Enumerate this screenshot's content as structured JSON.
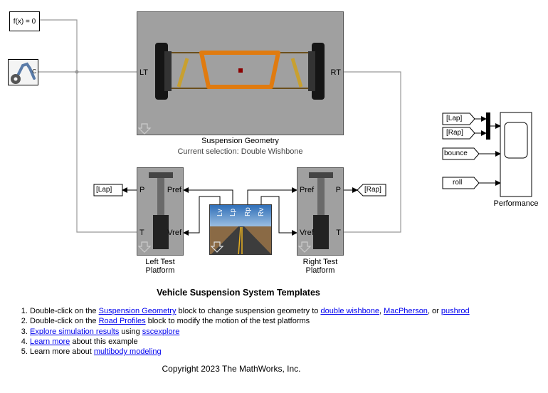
{
  "blocks": {
    "solver": {
      "label": "f(x) = 0"
    },
    "config": {
      "port": "C"
    },
    "geometry": {
      "left_port": "LT",
      "right_port": "RT",
      "title": "Suspension Geometry",
      "subtitle": "Current selection: Double Wishbone"
    },
    "left_platform": {
      "port_p": "P",
      "port_pref": "Pref",
      "port_t": "T",
      "port_vref": "Vref",
      "caption_line1": "Left Test",
      "caption_line2": "Platform"
    },
    "right_platform": {
      "port_pref": "Pref",
      "port_p": "P",
      "port_vref": "Vref",
      "port_t": "T",
      "caption_line1": "Right Test",
      "caption_line2": "Platform"
    },
    "road_profiles": {
      "ports": [
        "Lv",
        "Lp",
        "Rp",
        "Rv"
      ]
    },
    "scope": {
      "caption": "Performance"
    }
  },
  "tags": {
    "lap_out": "[Lap]",
    "rap_out": "[Rap]",
    "lap_in": "[Lap]",
    "rap_in": "[Rap]",
    "bounce": "bounce",
    "roll": "roll"
  },
  "info": {
    "title": "Vehicle Suspension System Templates",
    "steps": {
      "s1": {
        "pre": "Double-click on the ",
        "link1": "Suspension Geometry",
        "mid": " block to change suspension geometry to ",
        "link2": "double wishbone",
        "sep1": ", ",
        "link3": "MacPherson",
        "sep2": ", or ",
        "link4": "pushrod"
      },
      "s2": {
        "pre": "Double-click on the ",
        "link1": "Road Profiles",
        "post": " block to modify the motion of the test platforms"
      },
      "s3": {
        "link1": "Explore simulation results",
        "mid": " using ",
        "link2": "sscexplore"
      },
      "s4": {
        "link1": "Learn more",
        "post": " about this example"
      },
      "s5": {
        "pre": "Learn more about ",
        "link1": "multibody modeling"
      }
    },
    "copyright": "Copyright 2023 The MathWorks, Inc."
  },
  "colors": {
    "block_gray": "#a0a0a0",
    "wishbone_orange": "#e07b10",
    "link_blue": "#0000ee"
  }
}
